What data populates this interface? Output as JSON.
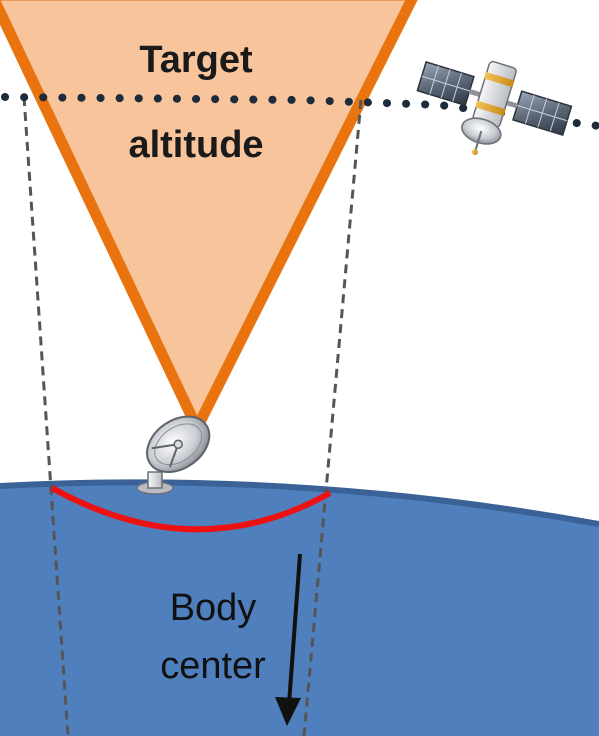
{
  "labels": {
    "target_line1": "Target",
    "target_line2": "altitude",
    "body_line1": "Body",
    "body_line2": "center"
  },
  "colors": {
    "cone_fill": "#f8c49c",
    "cone_stroke": "#e8730f",
    "planet_fill": "#4f7fbd",
    "planet_edge": "#3b6296",
    "arc": "#ee1111",
    "orbit_dots": "#1d2b3a",
    "dashed_lines": "#555555",
    "arrow": "#111111"
  },
  "icons": {
    "satellite": "satellite-icon",
    "ground_station": "satellite-dish-icon"
  }
}
